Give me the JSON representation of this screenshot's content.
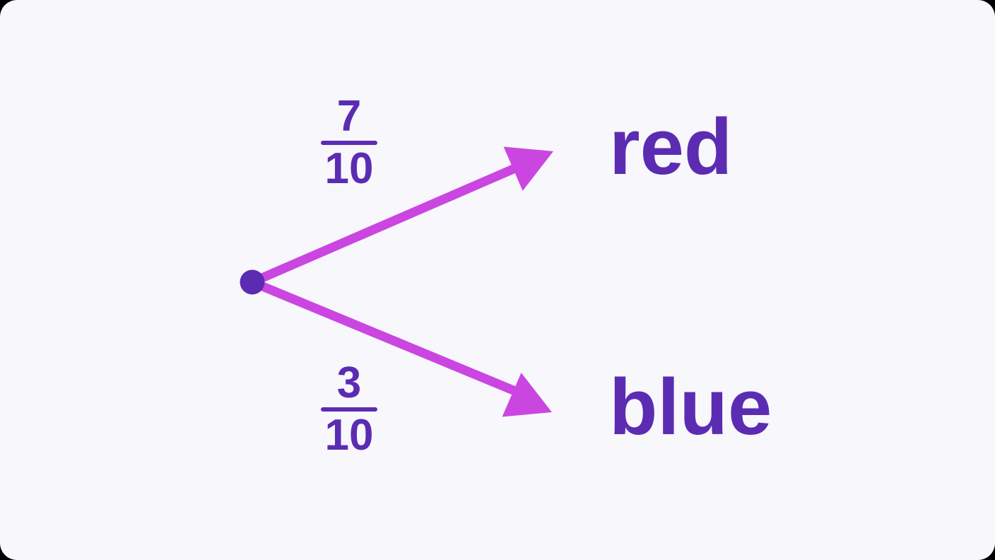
{
  "diagram": {
    "type": "probability-tree",
    "branches": [
      {
        "probability": {
          "numerator": "7",
          "denominator": "10"
        },
        "outcome": "red"
      },
      {
        "probability": {
          "numerator": "3",
          "denominator": "10"
        },
        "outcome": "blue"
      }
    ]
  },
  "colors": {
    "background": "#f7f7fc",
    "frame": "#000000",
    "label_purple": "#5b2cb2",
    "branch_magenta": "#cb46e1"
  }
}
